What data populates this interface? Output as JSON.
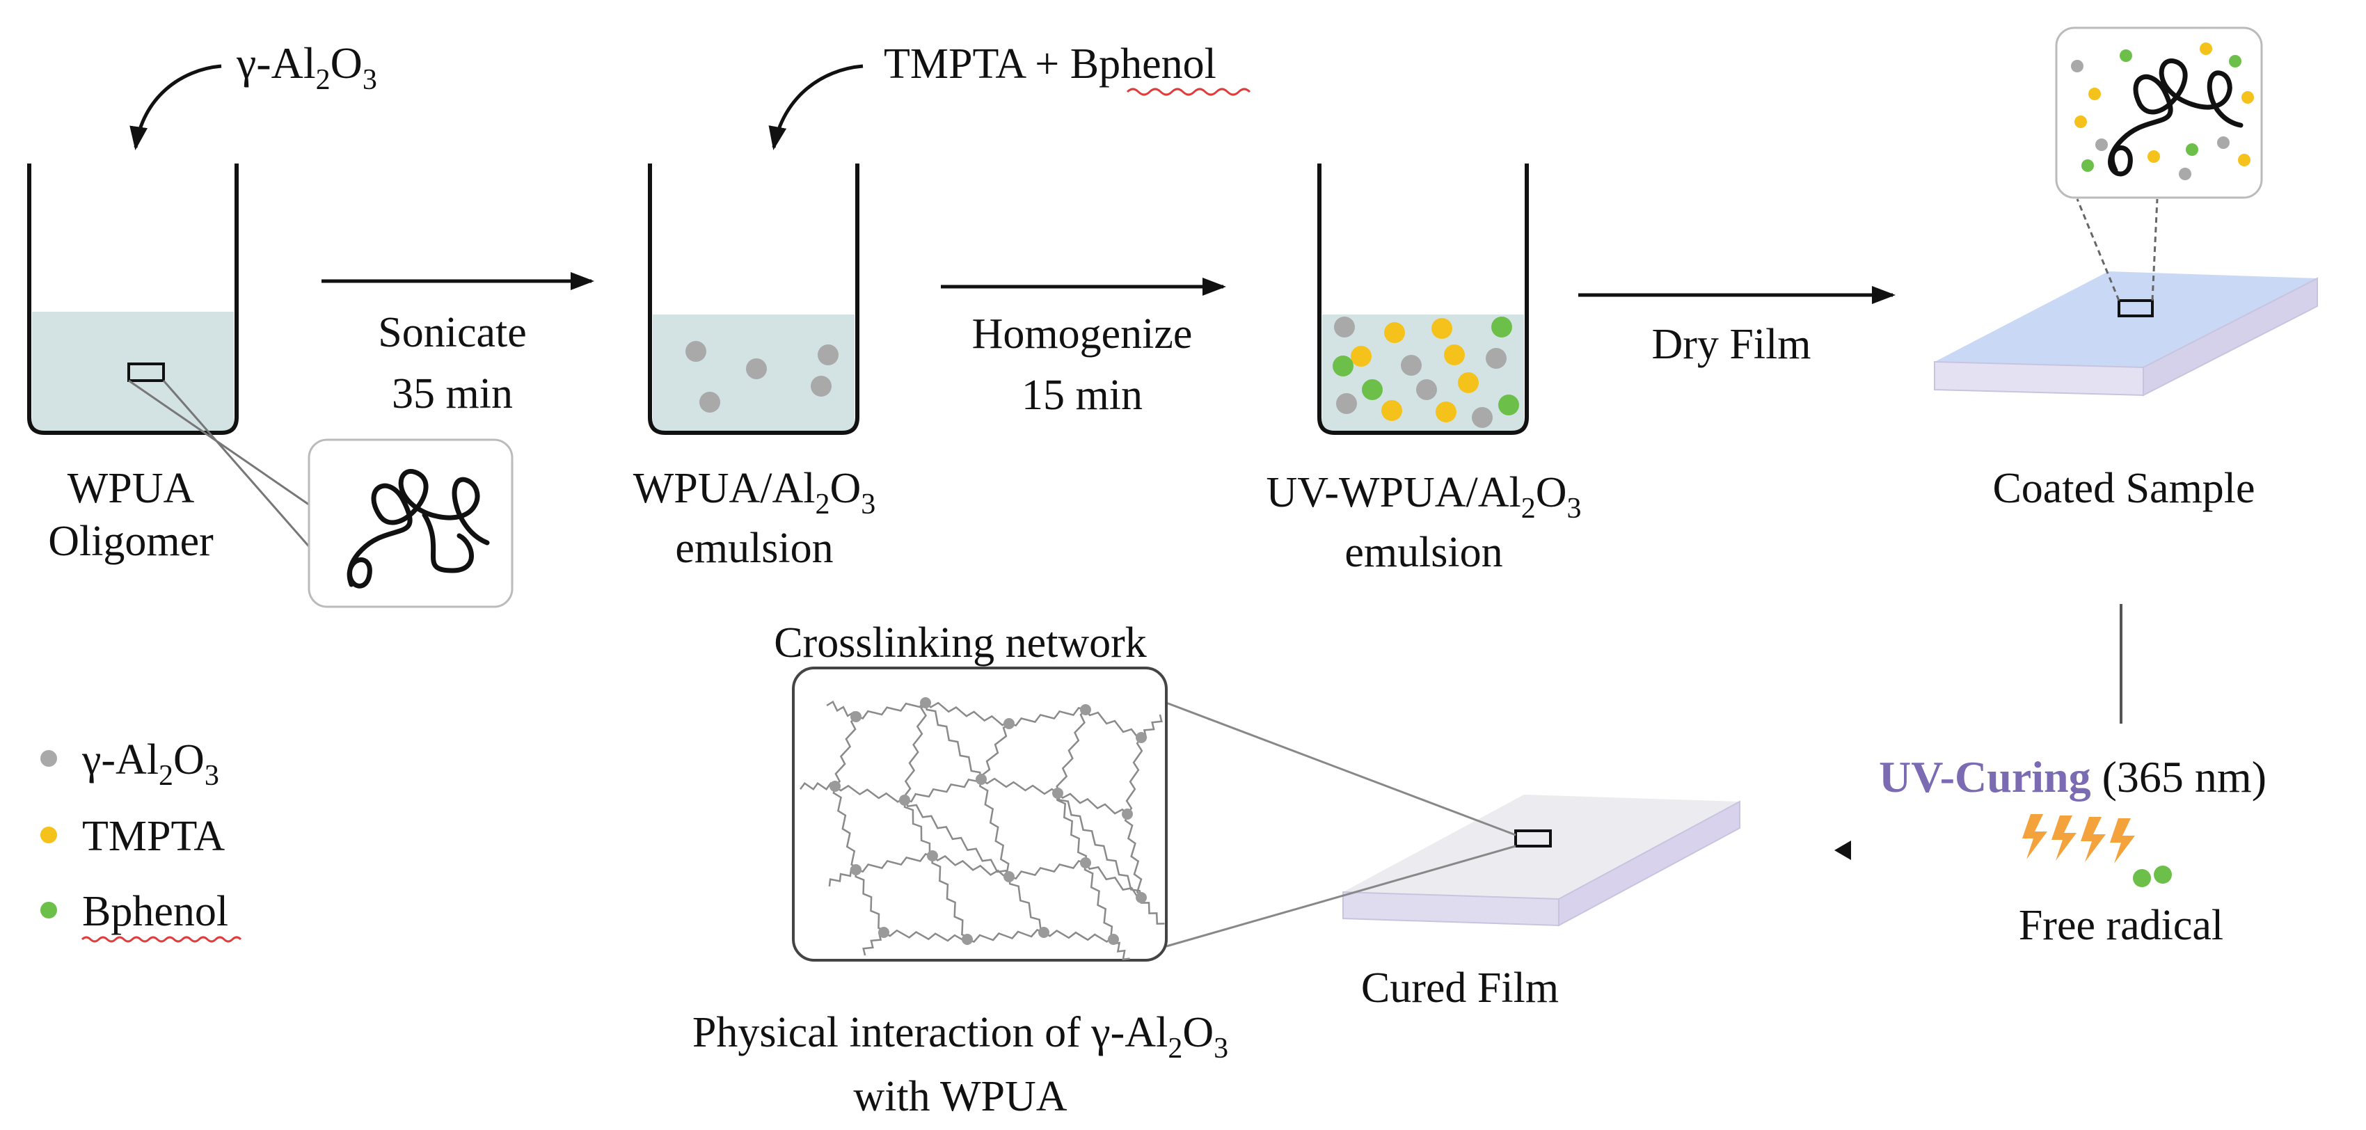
{
  "reagents": {
    "alumina": {
      "prefix": "γ-Al",
      "sub1": "2",
      "mid": "O",
      "sub2": "3"
    },
    "crosslinkers": {
      "base": "TMPTA + ",
      "wavy": "Bphenol"
    }
  },
  "steps": {
    "sonicate": {
      "line1": "Sonicate",
      "line2": "35 min"
    },
    "homogenize": {
      "line1": "Homogenize",
      "line2": "15 min"
    },
    "dry": {
      "line1": "Dry Film"
    }
  },
  "stages": {
    "oligomer": {
      "line1": "WPUA",
      "line2": "Oligomer"
    },
    "emulsion1": {
      "prefix": "WPUA/Al",
      "sub1": "2",
      "mid": "O",
      "sub2": "3",
      "line2": "emulsion"
    },
    "emulsion2": {
      "prefix": "UV-WPUA/Al",
      "sub1": "2",
      "mid": "O",
      "sub2": "3",
      "line2": "emulsion"
    },
    "coated": {
      "label": "Coated Sample"
    },
    "cured": {
      "label": "Cured Film"
    }
  },
  "curing": {
    "title_colored": "UV-Curing",
    "title_rest": " (365 nm)",
    "radical_label": "Free radical",
    "title_color": "#7b6bb3",
    "lightning_color": "#f4a23c"
  },
  "network": {
    "title": "Crosslinking network",
    "caption_line1_prefix": "Physical interaction of γ-Al",
    "caption_sub1": "2",
    "caption_mid": "O",
    "caption_sub2": "3",
    "caption_line2": "with WPUA"
  },
  "legend": {
    "items": [
      {
        "prefix": "γ-Al",
        "sub1": "2",
        "mid": "O",
        "sub2": "3",
        "color": "#a9a9a9"
      },
      {
        "label": "TMPTA",
        "color": "#f5c21b"
      },
      {
        "label": "Bphenol",
        "color": "#6cc04a"
      }
    ]
  },
  "colors": {
    "liquid": "#d3e3e4",
    "alumina": "#a9a9a9",
    "tmpta": "#f5c21b",
    "bphenol": "#6cc04a",
    "coated_top": "#c9d9f5",
    "coated_side": "#e4e2f2",
    "cured_top": "#ececf0",
    "cured_side": "#d8d2ec",
    "spellcheck": "#e23b3b"
  }
}
